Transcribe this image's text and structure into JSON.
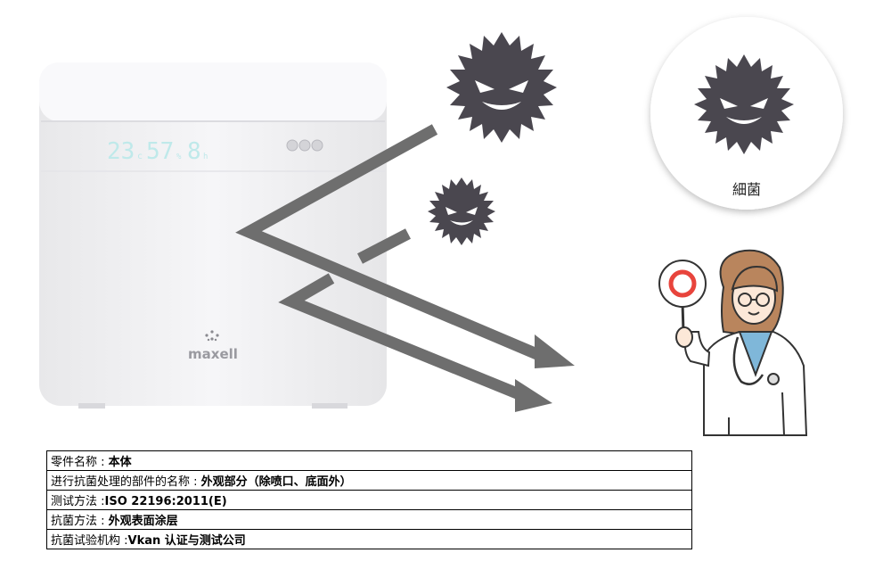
{
  "device": {
    "display_temp": "23",
    "display_temp_unit": "c",
    "display_humidity": "57",
    "display_humidity_unit": "%",
    "display_hour": "8",
    "display_hour_unit": "h",
    "brand": "maxell"
  },
  "bacteria_callout": {
    "label": "細菌"
  },
  "info_rows": [
    {
      "label": "零件名称 : ",
      "value": "本体"
    },
    {
      "label": "进行抗菌处理的部件的名称 : ",
      "value": "外观部分（除喷口、底面外）"
    },
    {
      "label": "测试方法 :",
      "value": "ISO 22196:2011(E)"
    },
    {
      "label": "抗菌方法 : ",
      "value": "外观表面涂层"
    },
    {
      "label": "抗菌试验机构 :",
      "value": "Vkan 认证与测试公司"
    }
  ],
  "colors": {
    "device_body": "#f1f1f3",
    "germ": "#4a474f",
    "arrow": "#6e6e6e",
    "lcd_text": "#bfe9ea",
    "doctor_hair": "#b9855d",
    "doctor_sign": "#e8443c"
  }
}
